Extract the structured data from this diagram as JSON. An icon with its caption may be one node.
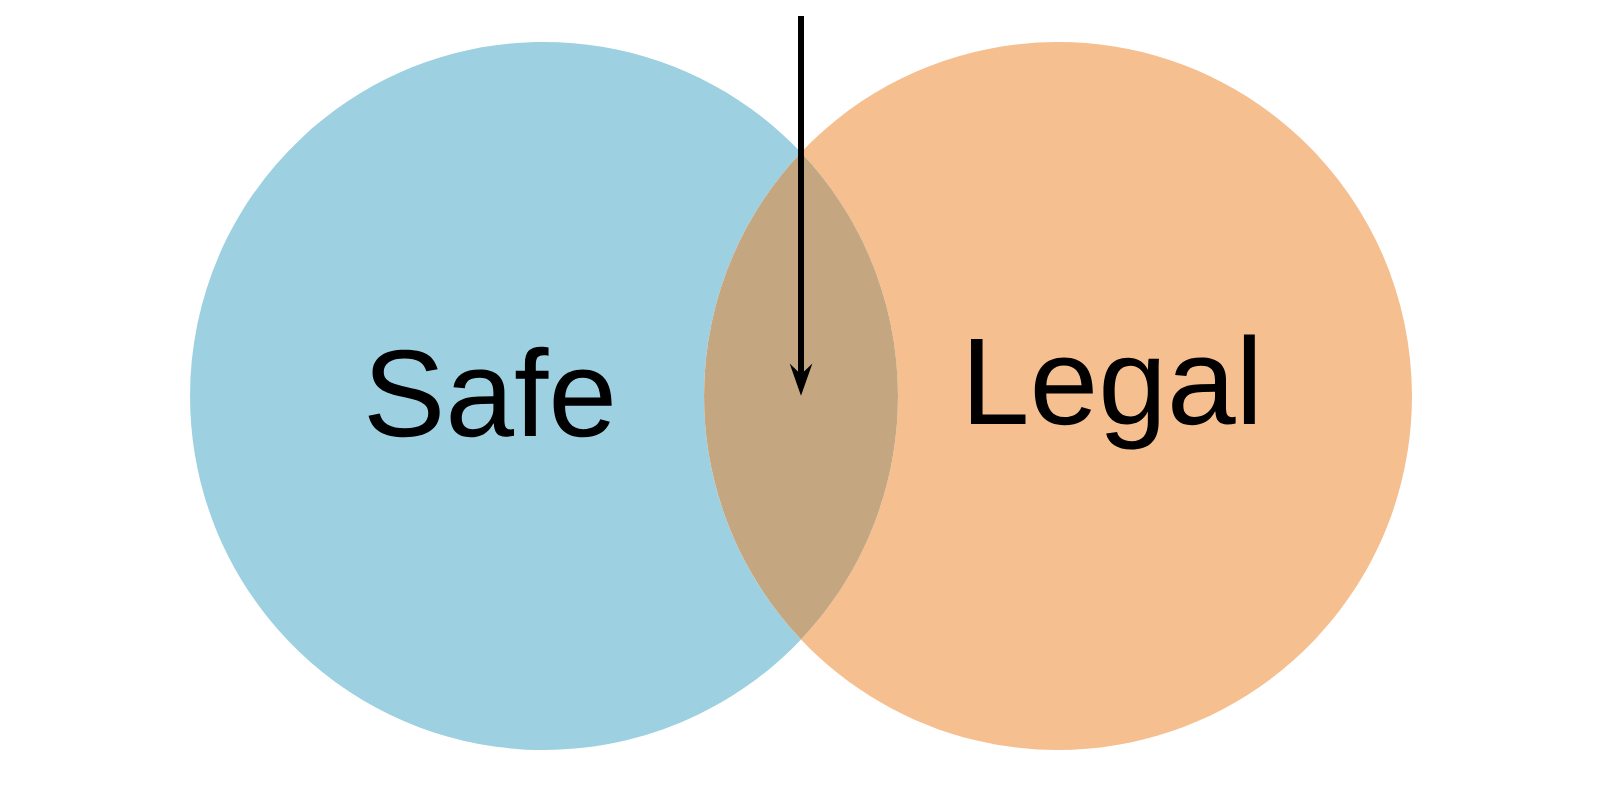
{
  "diagram": {
    "nodes": [
      {
        "text": [
          "Safe"
        ]
      },
      {
        "text": [
          "Legal"
        ]
      },
      {
        "text": [],
        "shape": "lens"
      }
    ],
    "edges": [
      {
        "from": null,
        "to": 2,
        "arrow": "to"
      }
    ]
  }
}
